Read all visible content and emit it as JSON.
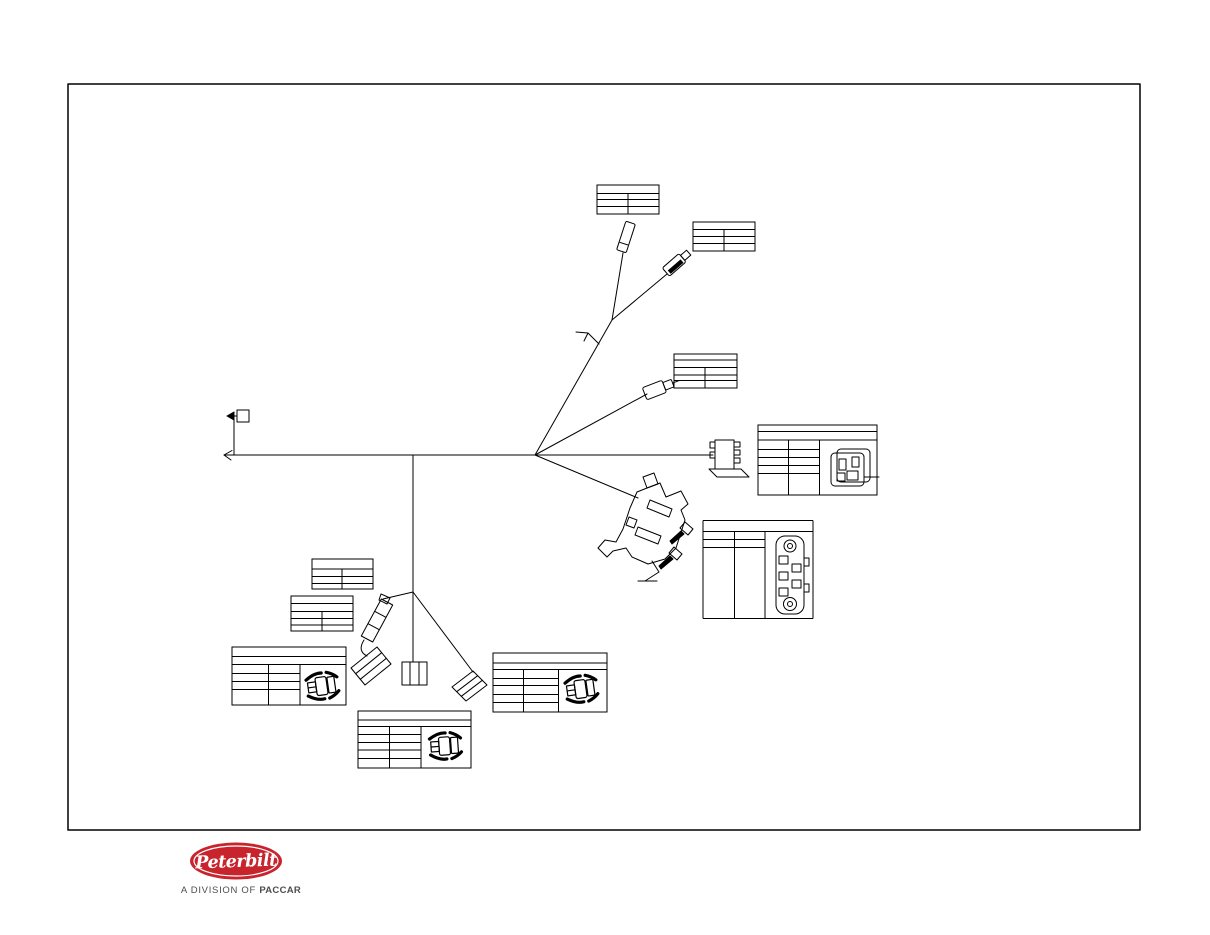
{
  "page": {
    "background": "#ffffff"
  },
  "diagram": {
    "frame_stroke": "#000000",
    "line_color": "#000000",
    "icons": [
      "harness-trunk",
      "ring-terminal-icon",
      "blade-terminal-icon",
      "bullet-connector-icon",
      "cylinder-connector-icon",
      "inline-fuse-connector-icon",
      "comb-connector-icon",
      "relay-housing-icon",
      "screw-icon",
      "plug-face-icon",
      "bulkhead-connector-face-icon",
      "multi-pin-connector-icon",
      "parts-callout-table"
    ],
    "callout_tables_text": ""
  },
  "logo": {
    "brand_script": "Peterbilt",
    "division_prefix": "A DIVISION OF ",
    "company": "PACCAR",
    "oval_color": "#c8242d",
    "script_color": "#ffffff",
    "division_color": "#4d4d4f"
  }
}
